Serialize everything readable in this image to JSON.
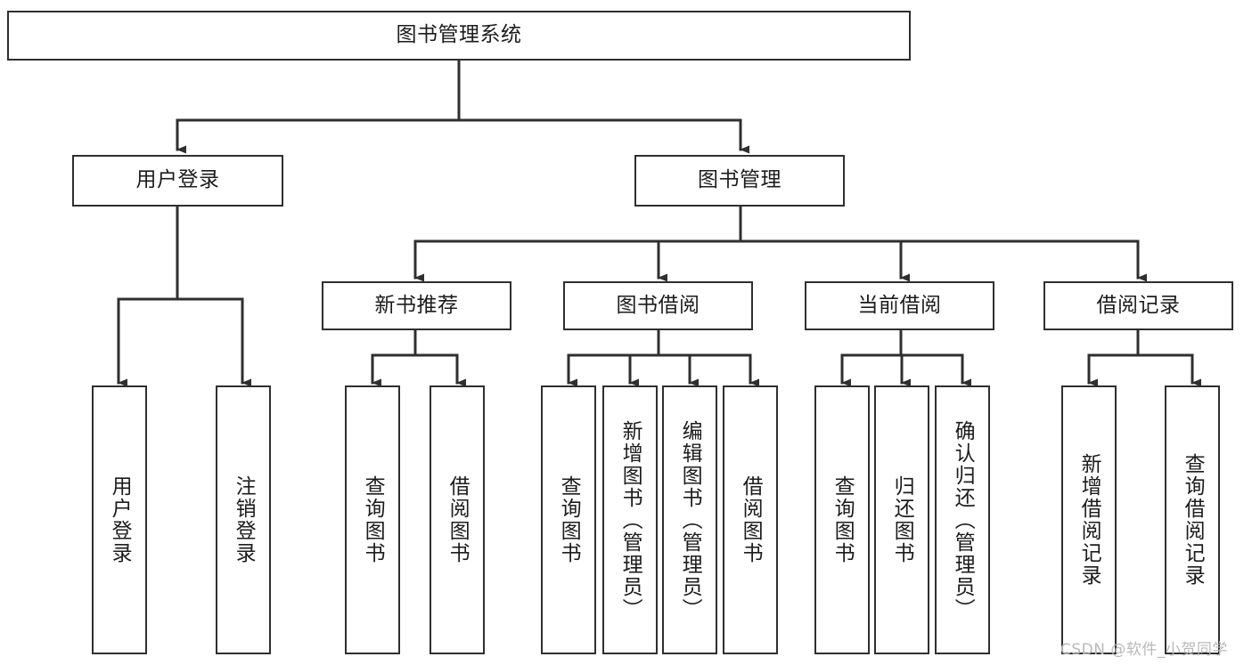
{
  "diagram": {
    "type": "tree",
    "title": "图书管理系统",
    "root": {
      "id": "root",
      "label": "图书管理系统"
    },
    "level2": [
      {
        "id": "user-login",
        "label": "用户登录"
      },
      {
        "id": "book-manage",
        "label": "图书管理"
      }
    ],
    "level3": [
      {
        "id": "new-book-recommend",
        "label": "新书推荐",
        "parent": "book-manage"
      },
      {
        "id": "book-borrow",
        "label": "图书借阅",
        "parent": "book-manage"
      },
      {
        "id": "current-borrow",
        "label": "当前借阅",
        "parent": "book-manage"
      },
      {
        "id": "borrow-record",
        "label": "借阅记录",
        "parent": "book-manage"
      }
    ],
    "leaves": {
      "user_login": [
        {
          "id": "leaf-user-login",
          "label": "用户登录"
        },
        {
          "id": "leaf-logout-login",
          "label": "注销登录"
        }
      ],
      "new_book_recommend": [
        {
          "id": "leaf-query-book-1",
          "label": "查询图书"
        },
        {
          "id": "leaf-borrow-book-1",
          "label": "借阅图书"
        }
      ],
      "book_borrow": [
        {
          "id": "leaf-query-book-2",
          "label": "查询图书"
        },
        {
          "id": "leaf-add-book",
          "label": "新增图书（管理员）"
        },
        {
          "id": "leaf-edit-book",
          "label": "编辑图书（管理员）"
        },
        {
          "id": "leaf-borrow-book-2",
          "label": "借阅图书"
        }
      ],
      "current_borrow": [
        {
          "id": "leaf-query-book-3",
          "label": "查询图书"
        },
        {
          "id": "leaf-return-book",
          "label": "归还图书"
        },
        {
          "id": "leaf-confirm-return",
          "label": "确认归还（管理员）"
        }
      ],
      "borrow_record": [
        {
          "id": "leaf-add-record",
          "label": "新增借阅记录"
        },
        {
          "id": "leaf-query-record",
          "label": "查询借阅记录"
        }
      ]
    }
  },
  "watermark": {
    "text": "CSDN @软件_小贺同学"
  },
  "colors": {
    "stroke": "#2f2f2f",
    "text": "#1c1c1c",
    "background": "#ffffff",
    "watermark": "#b9b9b9"
  }
}
